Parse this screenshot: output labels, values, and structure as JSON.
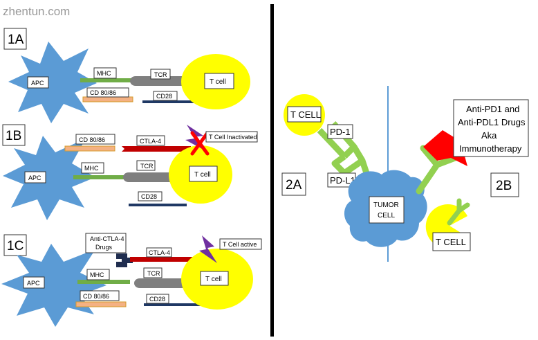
{
  "watermark": "zhentun.com",
  "colors": {
    "apc": "#5b9bd5",
    "t_cell": "#ffff00",
    "mhc": "#70ad47",
    "cd80_86": "#f4b183",
    "tcr": "#7f7f7f",
    "cd28": "#1f3864",
    "ctla4": "#c00000",
    "drug": "#1f2d4f",
    "signal": "#7030a0",
    "antibody": "#92d050",
    "inhibitor": "#ff0000",
    "tumor": "#5b9bd5"
  },
  "panels": {
    "p1a": {
      "label": "1A",
      "apc": "APC",
      "mhc": "MHC",
      "cd80_86": "CD 80/86",
      "tcr": "TCR",
      "cd28": "CD28",
      "t_cell": "T cell"
    },
    "p1b": {
      "label": "1B",
      "apc": "APC",
      "cd80_86": "CD 80/86",
      "mhc": "MHC",
      "ctla4": "CTLA-4",
      "tcr": "TCR",
      "cd28": "CD28",
      "t_cell": "T cell",
      "status": "T Cell Inactivated"
    },
    "p1c": {
      "label": "1C",
      "apc": "APC",
      "drug": "Anti-CTLA-4 Drugs",
      "ctla4": "CTLA-4",
      "mhc": "MHC",
      "tcr": "TCR",
      "cd80_86": "CD 80/86",
      "cd28": "CD28",
      "t_cell": "T cell",
      "status": "T Cell active"
    },
    "p2a": {
      "label": "2A",
      "t_cell": "T CELL",
      "pd1": "PD-1",
      "pdl1": "PD-L1",
      "tumor_line1": "TUMOR",
      "tumor_line2": "CELL"
    },
    "p2b": {
      "label": "2B",
      "drugs_line1": "Anti-PD1 and",
      "drugs_line2": "Anti-PDL1 Drugs",
      "drugs_line3": "Aka",
      "drugs_line4": "Immunotherapy",
      "t_cell": "T CELL"
    }
  }
}
